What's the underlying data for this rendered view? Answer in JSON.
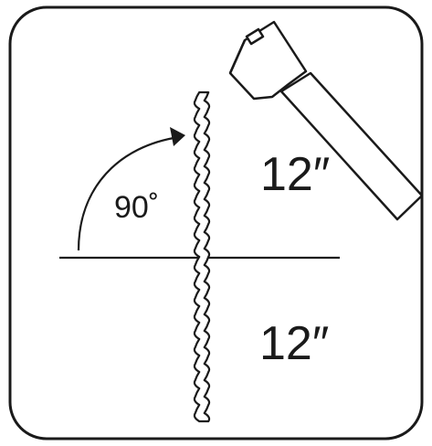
{
  "diagram": {
    "angle_label": "90˚",
    "upper_length_label": "12″",
    "lower_length_label": "12″"
  },
  "colors": {
    "stroke": "#1a1a1a",
    "background": "#ffffff",
    "frame_stroke": "#1a1a1a"
  },
  "icons": {
    "tool": "hammer-icon",
    "stake": "rebar-stake-icon",
    "angle": "curved-arrow-icon"
  }
}
